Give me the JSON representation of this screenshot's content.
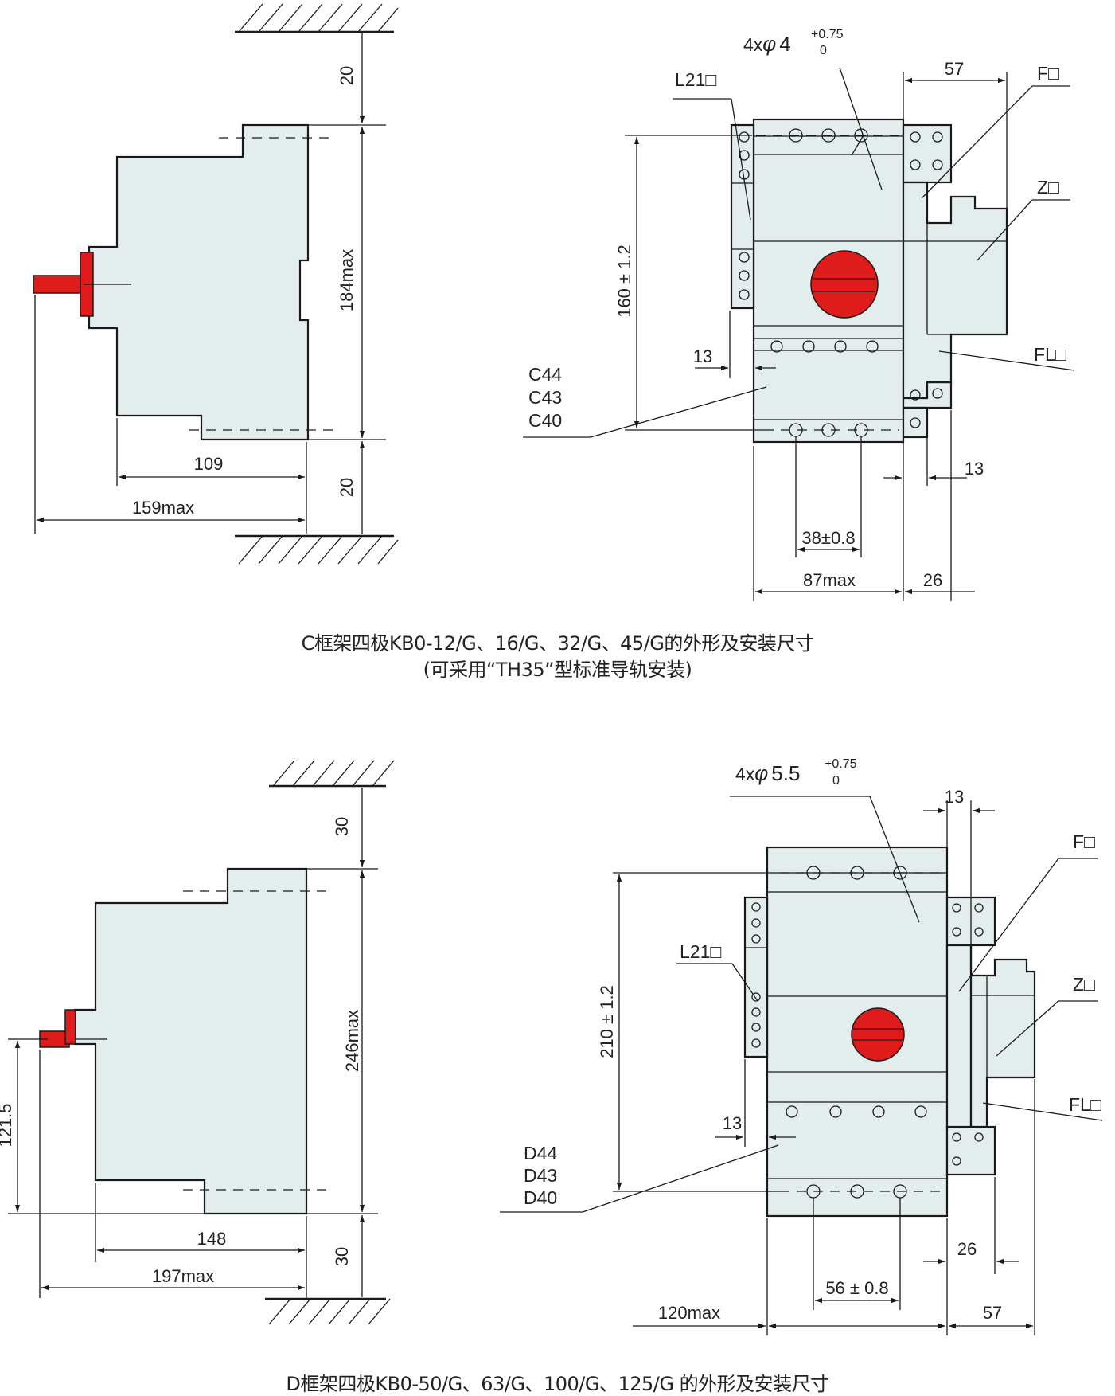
{
  "top": {
    "caption_line1": "C框架四极KB0-12/G、16/G、32/G、45/G的外形及安装尺寸",
    "caption_line2": "(可采用“TH35”型标准导轨安装)",
    "side": {
      "dim_top": "20",
      "dim_height": "184max",
      "dim_bottom": "20",
      "dim_depth": "109",
      "dim_total": "159max"
    },
    "front": {
      "hole_base": "4x",
      "hole_symbol": "φ",
      "hole_dia": "4",
      "hole_tol_upper": "+0.75",
      "hole_tol_lower": "0",
      "dim_57": "57",
      "dim_160": "160 ± 1.2",
      "dim_13_left": "13",
      "dim_13_right": "13",
      "dim_38": "38±0.8",
      "dim_87": "87max",
      "dim_26": "26",
      "label_L21": "L21□",
      "label_F": "F□",
      "label_Z": "Z□",
      "label_FL": "FL□",
      "label_C44": "C44",
      "label_C43": "C43",
      "label_C40": "C40"
    }
  },
  "bottom": {
    "caption_line1": "D框架四极KB0-50/G、63/G、100/G、125/G 的外形及安装尺寸",
    "side": {
      "dim_top": "30",
      "dim_height": "246max",
      "dim_bottom": "30",
      "dim_left": "121.5",
      "dim_depth": "148",
      "dim_total": "197max"
    },
    "front": {
      "hole_base": "4x",
      "hole_symbol": "φ",
      "hole_dia": "5.5",
      "hole_tol_upper": "+0.75",
      "hole_tol_lower": "0",
      "dim_13_top": "13",
      "dim_210": "210 ± 1.2",
      "dim_13_left": "13",
      "dim_26": "26",
      "dim_56": "56 ± 0.8",
      "dim_120": "120max",
      "dim_57": "57",
      "label_L21": "L21□",
      "label_F": "F□",
      "label_Z": "Z□",
      "label_FL": "FL□",
      "label_D44": "D44",
      "label_D43": "D43",
      "label_D40": "D40"
    }
  },
  "colors": {
    "body_fill": "#e3eded",
    "knob_red": "#e01b1b",
    "line": "#1a1a1a"
  }
}
